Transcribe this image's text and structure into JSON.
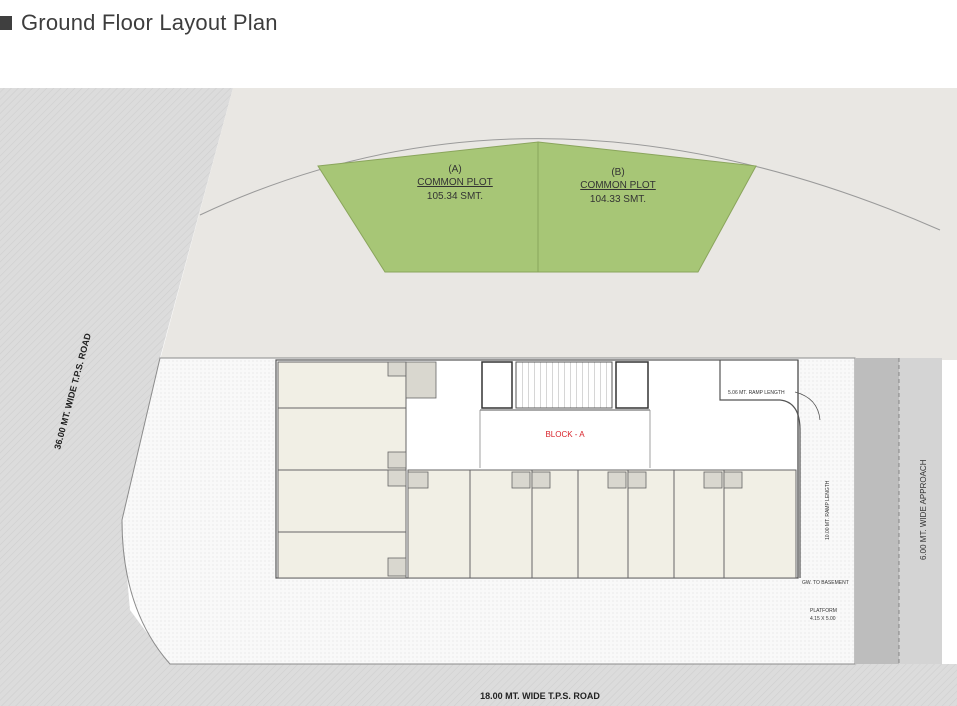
{
  "page_title": "Ground Floor Layout Plan",
  "plot_a": {
    "letter": "(A)",
    "name": "COMMON PLOT",
    "area": "105.34 SMT."
  },
  "plot_b": {
    "letter": "(B)",
    "name": "COMMON PLOT",
    "area": "104.33 SMT."
  },
  "roads": {
    "left": "36.00 MT. WIDE T.P.S. ROAD",
    "bottom": "18.00 MT. WIDE T.P.S. ROAD",
    "right": "6.00 MT. WIDE APPROACH"
  },
  "block_label": "BLOCK - A",
  "ramp": {
    "top": "5.06 MT. RAMP LENGTH",
    "side": "10.00 MT. RAMP LENGTH",
    "basement": "GW. TO BASEMENT"
  },
  "platform": {
    "line1": "PLATFORM",
    "line2": "4.15 X 5.00"
  },
  "colors": {
    "plot_green": "#a7c676",
    "shop_fill": "#f1efe5",
    "road_gray": "#d7d7d7",
    "approach_gray": "#bdbdbd",
    "common_area": "#e9e7e3"
  }
}
